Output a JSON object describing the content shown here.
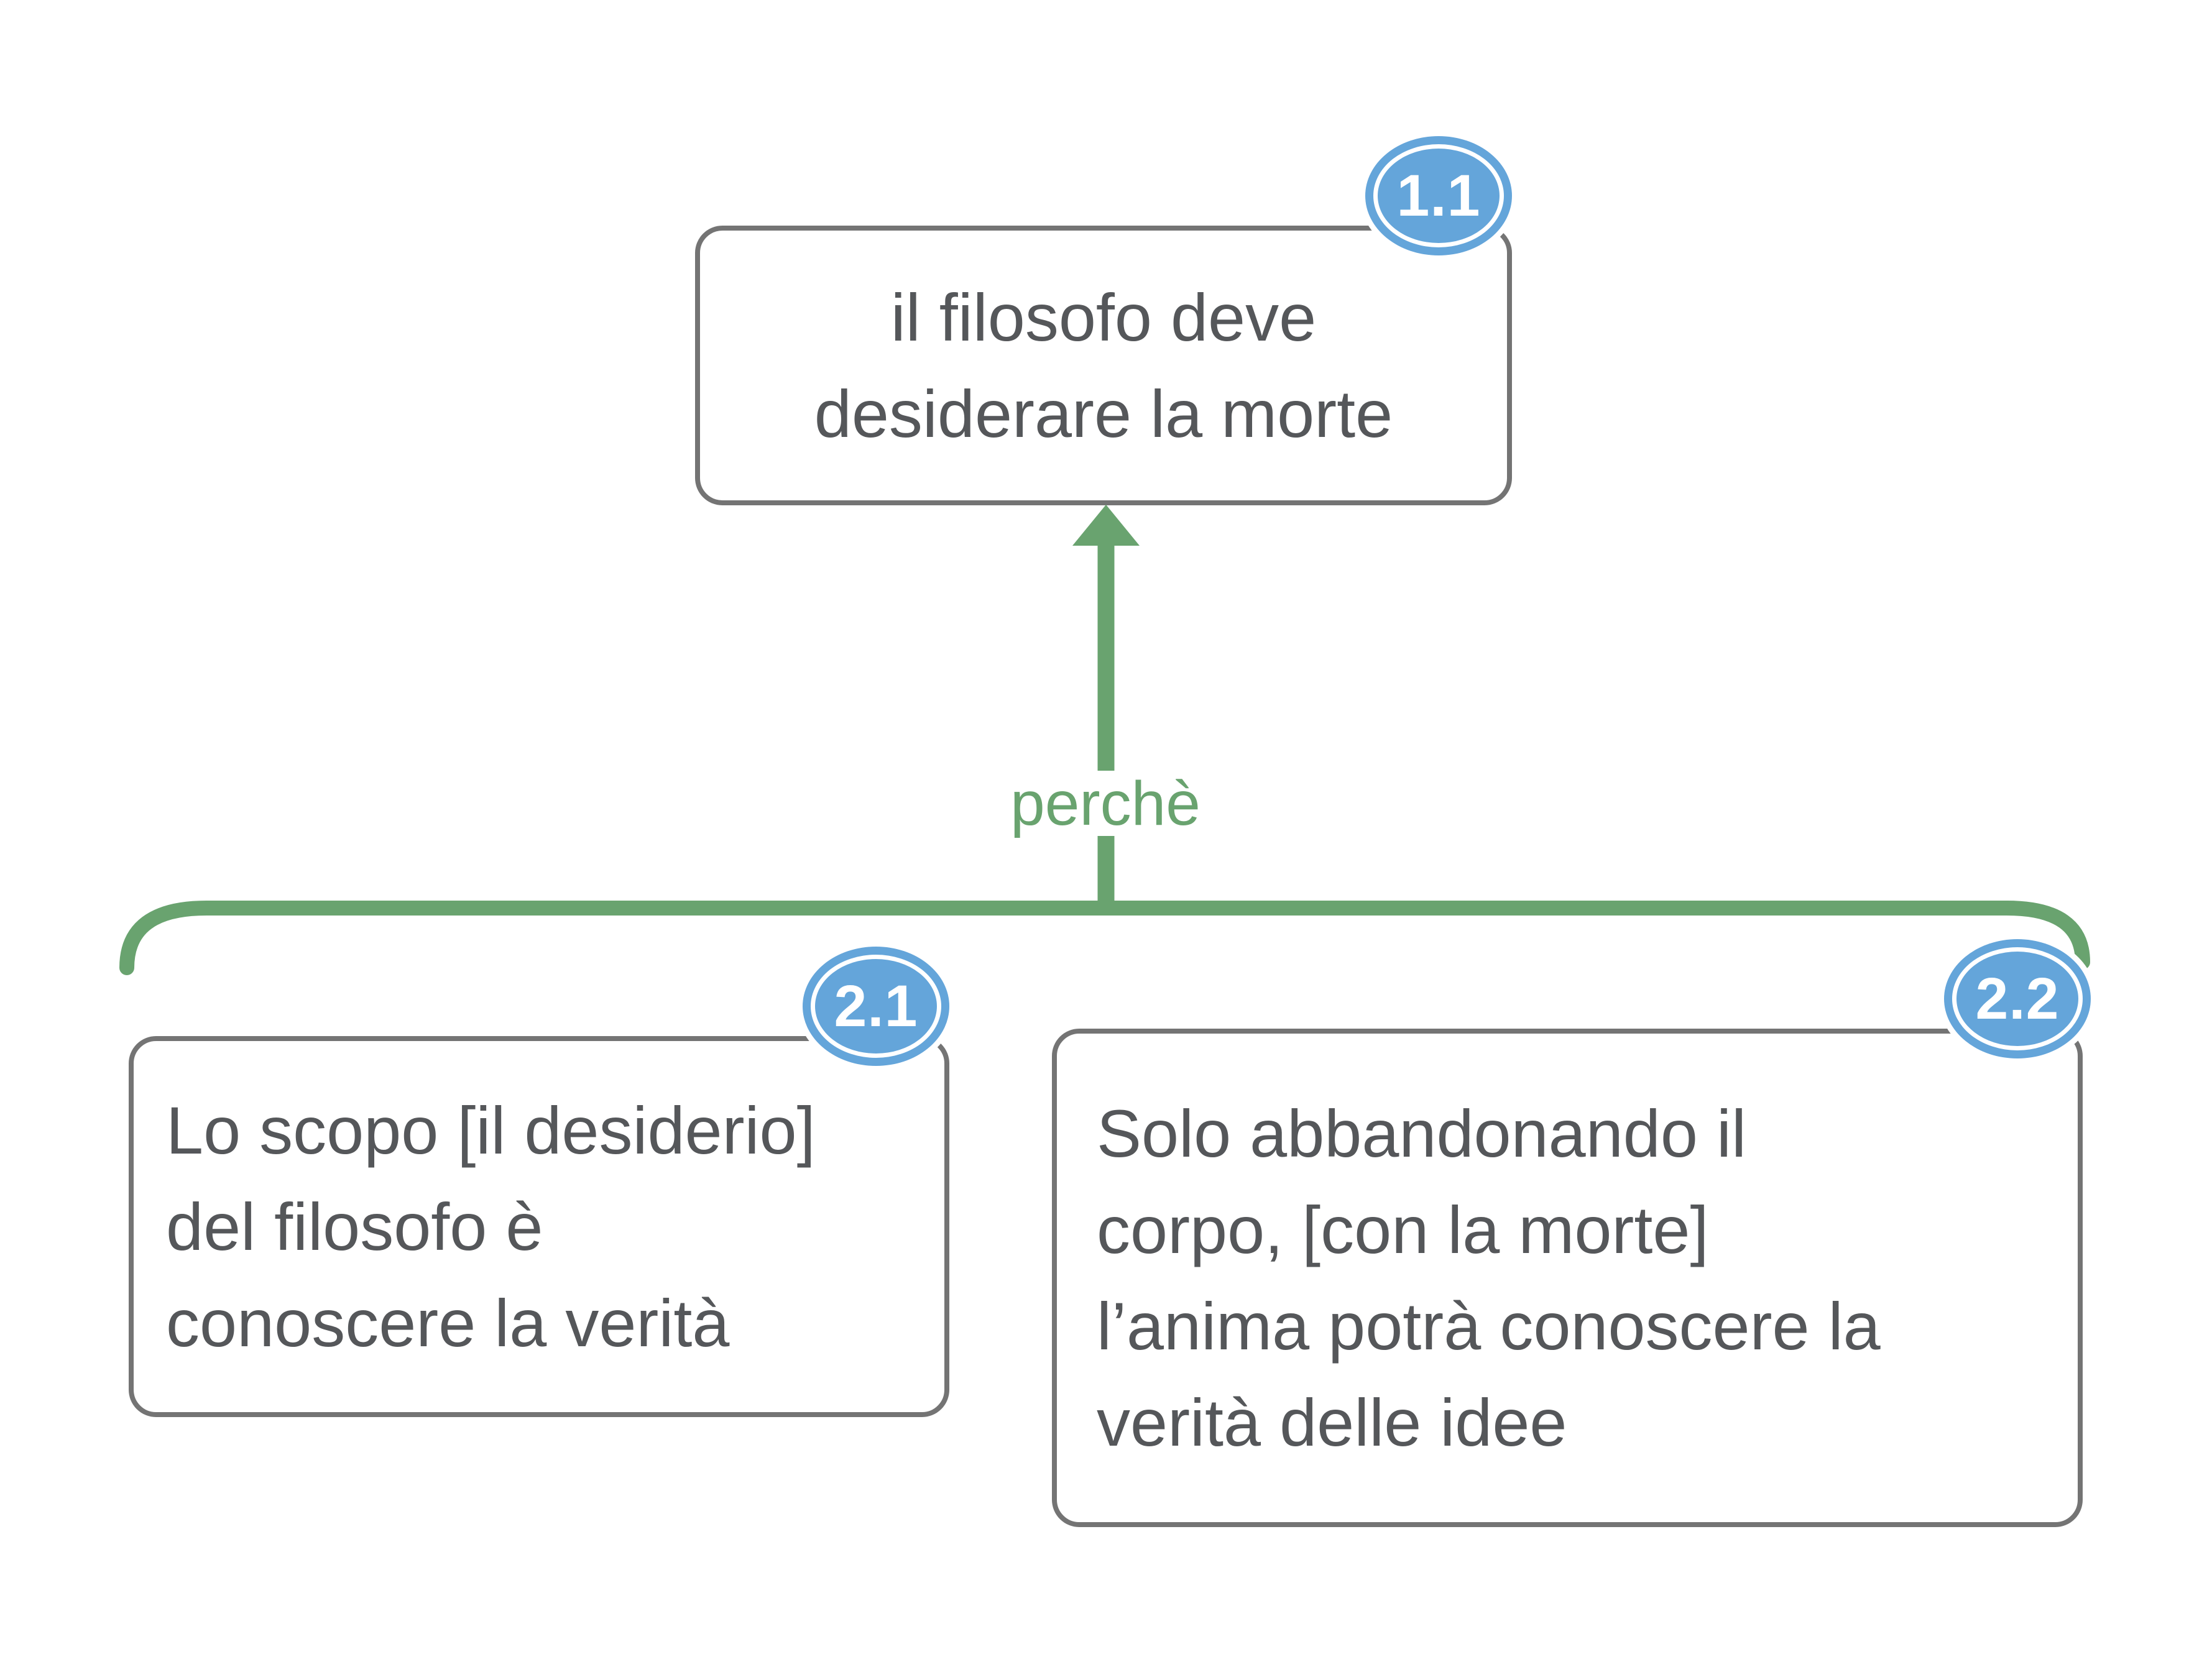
{
  "diagram": {
    "colors": {
      "green": "#69a36f",
      "blue": "#64a5da",
      "border": "#747474",
      "text": "#55575a"
    },
    "connector": {
      "label": "perchè"
    },
    "nodes": [
      {
        "badge": "1.1",
        "lines": [
          "il filosofo deve",
          "desiderare la morte"
        ]
      },
      {
        "badge": "2.1",
        "lines": [
          "Lo scopo [il desiderio]",
          "del filosofo è",
          "conoscere la verità"
        ]
      },
      {
        "badge": "2.2",
        "lines": [
          "Solo abbandonando il",
          "corpo, [con la morte]",
          "l’anima potrà conoscere la",
          "verità delle idee"
        ]
      }
    ]
  }
}
